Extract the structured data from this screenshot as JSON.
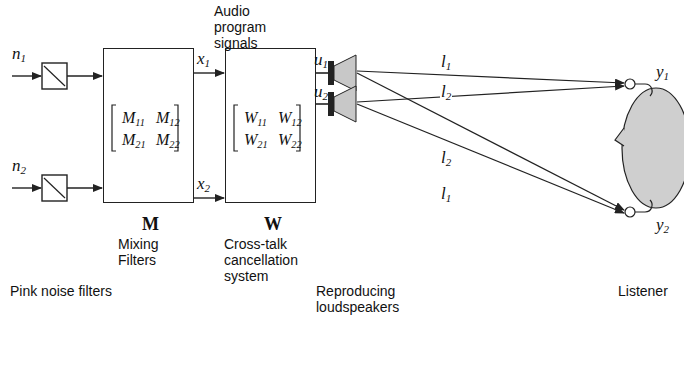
{
  "diagram": {
    "nodes": [
      {
        "text": [
          "M11",
          "M12",
          "M21",
          "M22",
          "M",
          "Mixing Filters"
        ]
      },
      {
        "text": [
          "W11",
          "W12",
          "W21",
          "W22",
          "W",
          "Cross-talk cancellation system"
        ]
      }
    ],
    "edges": [
      {
        "from": 0,
        "to": 1,
        "arrow": "to",
        "label": "x1"
      },
      {
        "from": 0,
        "to": 1,
        "arrow": "to",
        "label": "x2"
      }
    ],
    "labels": [
      "n1",
      "n2",
      "Audio program signals",
      "u1",
      "u2",
      "l1",
      "l2",
      "l2",
      "l1",
      "y1",
      "y2",
      "Pink noise filters",
      "Reproducing loudspeakers",
      "Listener"
    ]
  }
}
